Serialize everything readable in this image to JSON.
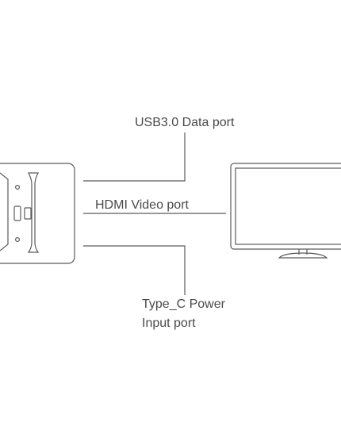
{
  "labels": {
    "usb": "USB3.0 Data port",
    "hdmi": "HDMI Video port",
    "typec_line1": "Type_C Power",
    "typec_line2": "Input port"
  },
  "colors": {
    "stroke": "#5a5a5a",
    "text": "#4a4a4a",
    "background": "#ffffff"
  }
}
